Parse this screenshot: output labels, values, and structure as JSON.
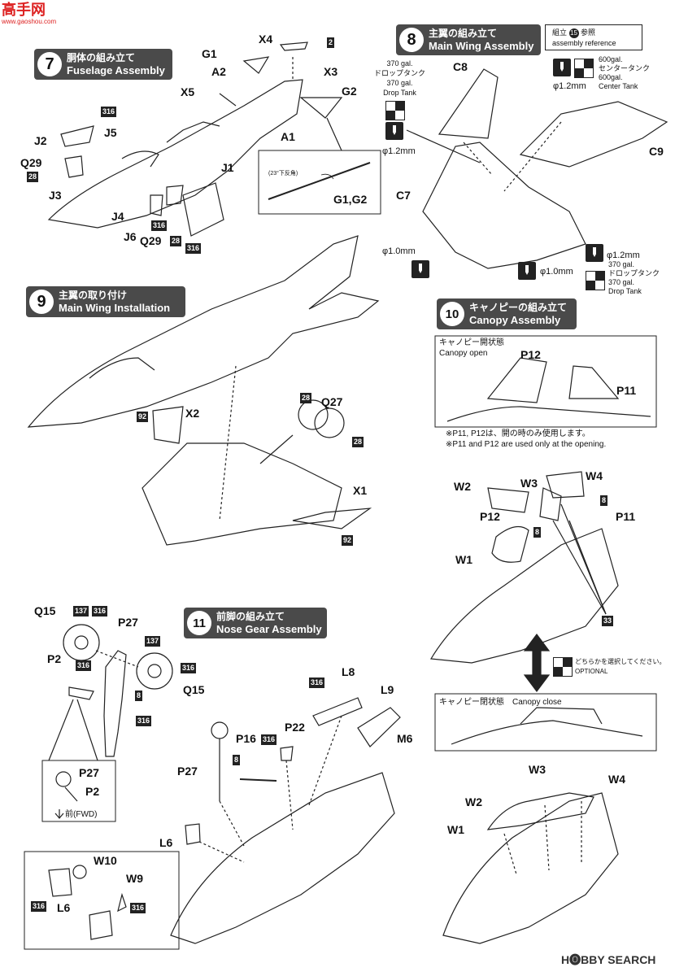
{
  "watermark_top": {
    "text": "高手网",
    "url": "www.gaoshou.com"
  },
  "watermark_bottom": "H🅞BBY SEARCH",
  "sections": {
    "s7": {
      "num": "7",
      "jp": "胴体の組み立て",
      "en": "Fuselage Assembly"
    },
    "s8": {
      "num": "8",
      "jp": "主翼の組み立て",
      "en": "Main Wing Assembly"
    },
    "s9": {
      "num": "9",
      "jp": "主翼の取り付け",
      "en": "Main Wing Installation"
    },
    "s10": {
      "num": "10",
      "jp": "キャノピーの組み立て",
      "en": "Canopy Assembly"
    },
    "s11": {
      "num": "11",
      "jp": "前脚の組み立て",
      "en": "Nose Gear Assembly"
    }
  },
  "s7_parts": {
    "x4": "X4",
    "g1": "G1",
    "a2": "A2",
    "x3": "X3",
    "x5": "X5",
    "g2": "G2",
    "a1": "A1",
    "j2": "J2",
    "j5": "J5",
    "q29a": "Q29",
    "j3": "J3",
    "j1": "J1",
    "j4": "J4",
    "j6": "J6",
    "q29b": "Q29",
    "inset_label": "G1,G2",
    "inset_note": "(23°下反角)"
  },
  "s7_badges": {
    "b2": "2",
    "b316a": "316",
    "b28a": "28",
    "b316b": "316",
    "b28b": "28",
    "b316c": "316"
  },
  "s8_parts": {
    "c8": "C8",
    "c9": "C9",
    "c7": "C7"
  },
  "s8_ref": {
    "label": "組立",
    "num": "15",
    "suffix": "参照",
    "en": "assembly reference"
  },
  "s8_notes": {
    "left_top": [
      "370 gal.",
      "ドロップタンク",
      "370 gal.",
      "Drop Tank"
    ],
    "right_top": [
      "600gal.",
      "センタータンク",
      "600gal.",
      "Center Tank"
    ],
    "right_bottom": [
      "370 gal.",
      "ドロップタンク",
      "370 gal.",
      "Drop Tank"
    ],
    "d12a": "φ1.2mm",
    "d12b": "φ1.2mm",
    "d12c": "φ1.2mm",
    "d10a": "φ1.0mm",
    "d10b": "φ1.0mm"
  },
  "s9_parts": {
    "x2": "X2",
    "q27": "Q27",
    "x1": "X1"
  },
  "s9_badges": {
    "b92a": "92",
    "b28a": "28",
    "b28b": "28",
    "b92b": "92"
  },
  "s10": {
    "open_jp": "キャノピー開状態",
    "open_en": "Canopy open",
    "p12a": "P12",
    "p11a": "P11",
    "note_jp": "※P11, P12は、開の時のみ使用します。",
    "note_en": "※P11 and P12 are used only at the opening.",
    "w2a": "W2",
    "w3a": "W3",
    "w4a": "W4",
    "p12b": "P12",
    "p11b": "P11",
    "w1a": "W1",
    "b8a": "8",
    "b8b": "8",
    "b33": "33",
    "optional_jp": "どちらかを選択してください。",
    "optional_en": "OPTIONAL",
    "close_label": "キャノピー閉状態　Canopy close",
    "w3b": "W3",
    "w4b": "W4",
    "w2b": "W2",
    "w1b": "W1"
  },
  "s11": {
    "q15a": "Q15",
    "p27a": "P27",
    "p2a": "P2",
    "q15b": "Q15",
    "b137a": "137",
    "b316a": "316",
    "b316b": "316",
    "b137b": "137",
    "b316c": "316",
    "b8": "8",
    "b316d": "316",
    "inset_p27": "P27",
    "inset_p2": "P2",
    "fwd": "前(FWD)",
    "l8": "L8",
    "l9": "L9",
    "m6": "M6",
    "p16": "P16",
    "p22": "P22",
    "p27b": "P27",
    "l6a": "L6",
    "b316e": "316",
    "b316f": "316",
    "b8b": "8",
    "w10": "W10",
    "w9": "W9",
    "l6b": "L6",
    "b316g": "316",
    "b316h": "316"
  }
}
